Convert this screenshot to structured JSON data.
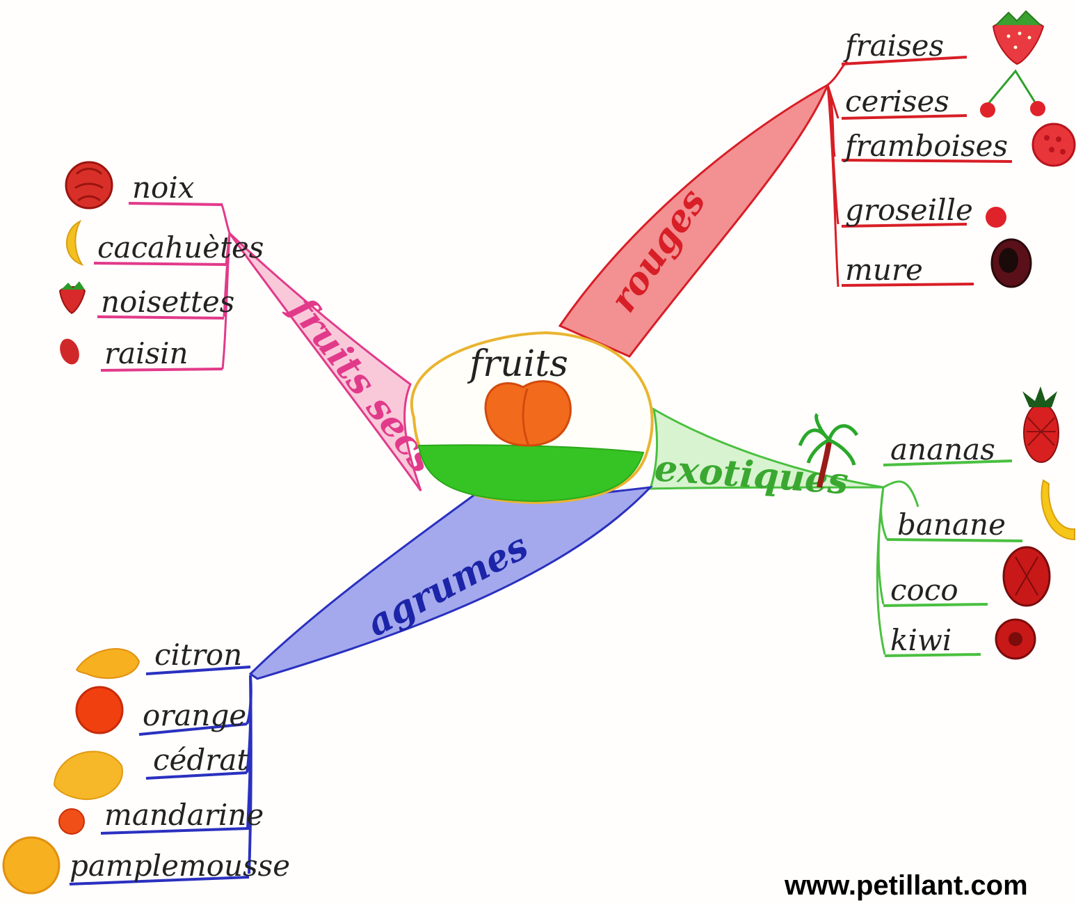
{
  "center": {
    "label": "fruits",
    "color": "#e8b020",
    "fruit_color": "#f26a1c",
    "grass_color": "#36c424"
  },
  "branches": {
    "rouges": {
      "label": "rouges",
      "color": "#e0222a",
      "items": [
        {
          "label": "fraises",
          "icon": "strawberry-icon"
        },
        {
          "label": "cerises",
          "icon": "cherries-icon"
        },
        {
          "label": "framboises",
          "icon": "raspberry-icon"
        },
        {
          "label": "groseille",
          "icon": "redcurrant-icon"
        },
        {
          "label": "mure",
          "icon": "blackberry-icon"
        }
      ]
    },
    "fruits_secs": {
      "label": "fruits secs",
      "color": "#e23a8a",
      "items": [
        {
          "label": "noix",
          "icon": "walnut-icon"
        },
        {
          "label": "cacahuètes",
          "icon": "peanut-icon"
        },
        {
          "label": "noisettes",
          "icon": "hazelnut-icon"
        },
        {
          "label": "raisin",
          "icon": "raisin-icon"
        }
      ]
    },
    "exotiques": {
      "label": "exotiques",
      "color": "#4ac040",
      "items": [
        {
          "label": "ananas",
          "icon": "pineapple-icon"
        },
        {
          "label": "banane",
          "icon": "banana-icon"
        },
        {
          "label": "coco",
          "icon": "coconut-icon"
        },
        {
          "label": "kiwi",
          "icon": "kiwi-icon"
        }
      ]
    },
    "agrumes": {
      "label": "agrumes",
      "color": "#2a30c0",
      "items": [
        {
          "label": "citron",
          "icon": "lemon-icon"
        },
        {
          "label": "orange",
          "icon": "orange-icon"
        },
        {
          "label": "cédrat",
          "icon": "citron-fruit-icon"
        },
        {
          "label": "mandarine",
          "icon": "mandarin-icon"
        },
        {
          "label": "pamplemousse",
          "icon": "grapefruit-icon"
        }
      ]
    }
  },
  "credit": "www.petillant.com"
}
